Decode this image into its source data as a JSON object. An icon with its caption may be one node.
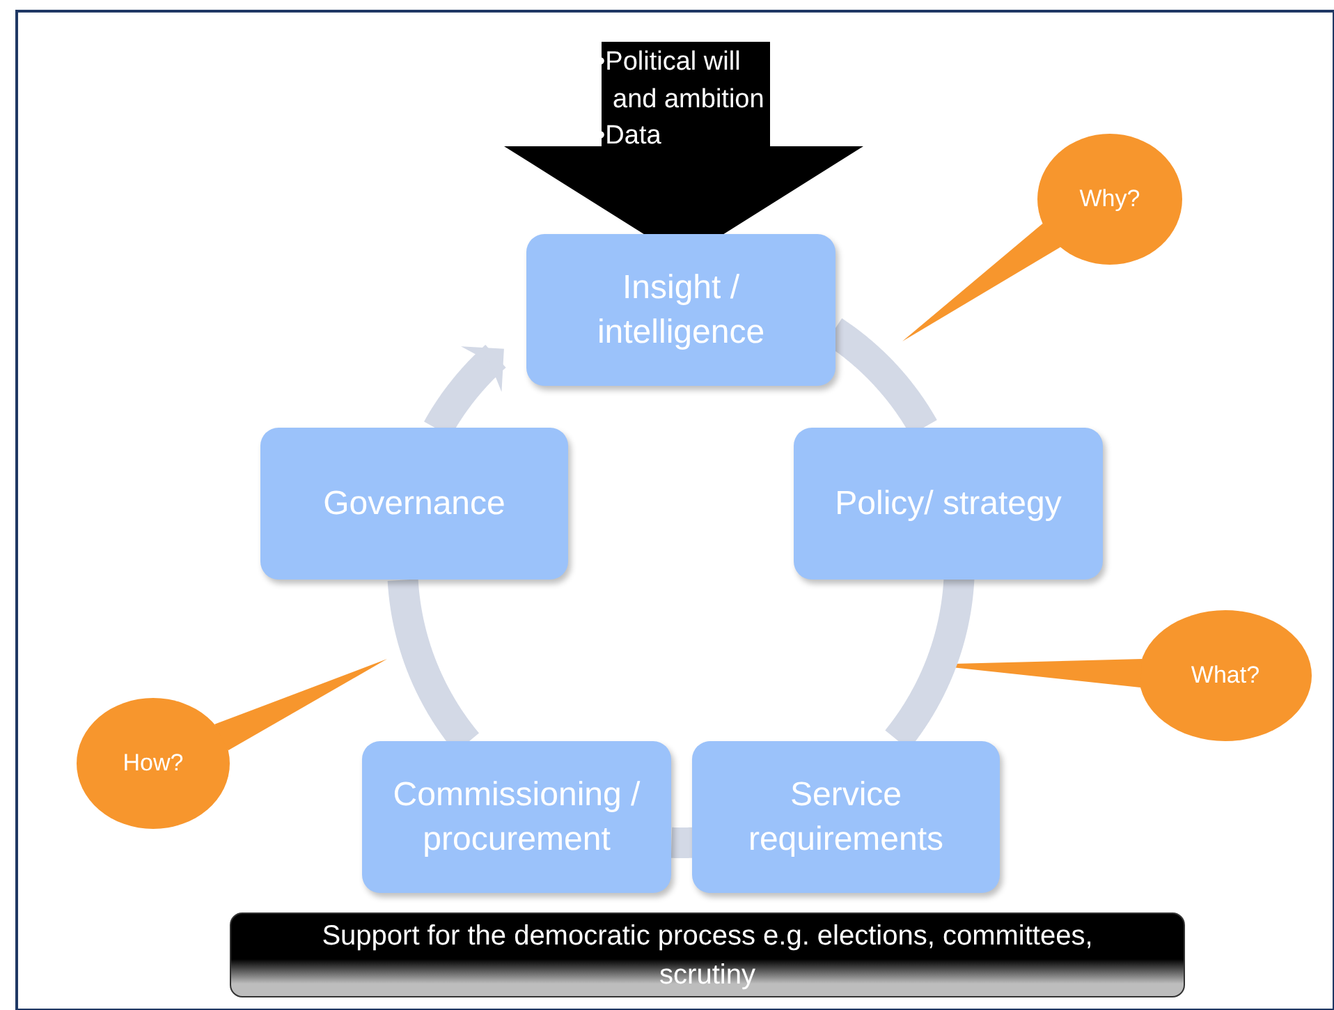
{
  "diagram": {
    "nodes": [
      {
        "text": [
          "•Political will and ambition",
          "•Data"
        ]
      },
      {
        "text": [
          "Insight / intelligence"
        ]
      },
      {
        "text": [
          "Policy/ strategy"
        ]
      },
      {
        "text": [
          "Service requirements"
        ]
      },
      {
        "text": [
          "Commissioning / procurement"
        ]
      },
      {
        "text": [
          "Governance"
        ]
      },
      {
        "text": [
          "Why?"
        ]
      },
      {
        "text": [
          "What?"
        ]
      },
      {
        "text": [
          "How?"
        ]
      },
      {
        "text": [
          "Support for the democratic process e.g. elections, committees, scrutiny"
        ]
      }
    ],
    "edges": [
      {
        "from": 1,
        "to": 2,
        "arrow": "none"
      },
      {
        "from": 2,
        "to": 3,
        "arrow": "none"
      },
      {
        "from": 3,
        "to": 4,
        "arrow": "none"
      },
      {
        "from": 4,
        "to": 5,
        "arrow": "none"
      },
      {
        "from": 5,
        "to": 1,
        "arrow": "to"
      }
    ]
  }
}
